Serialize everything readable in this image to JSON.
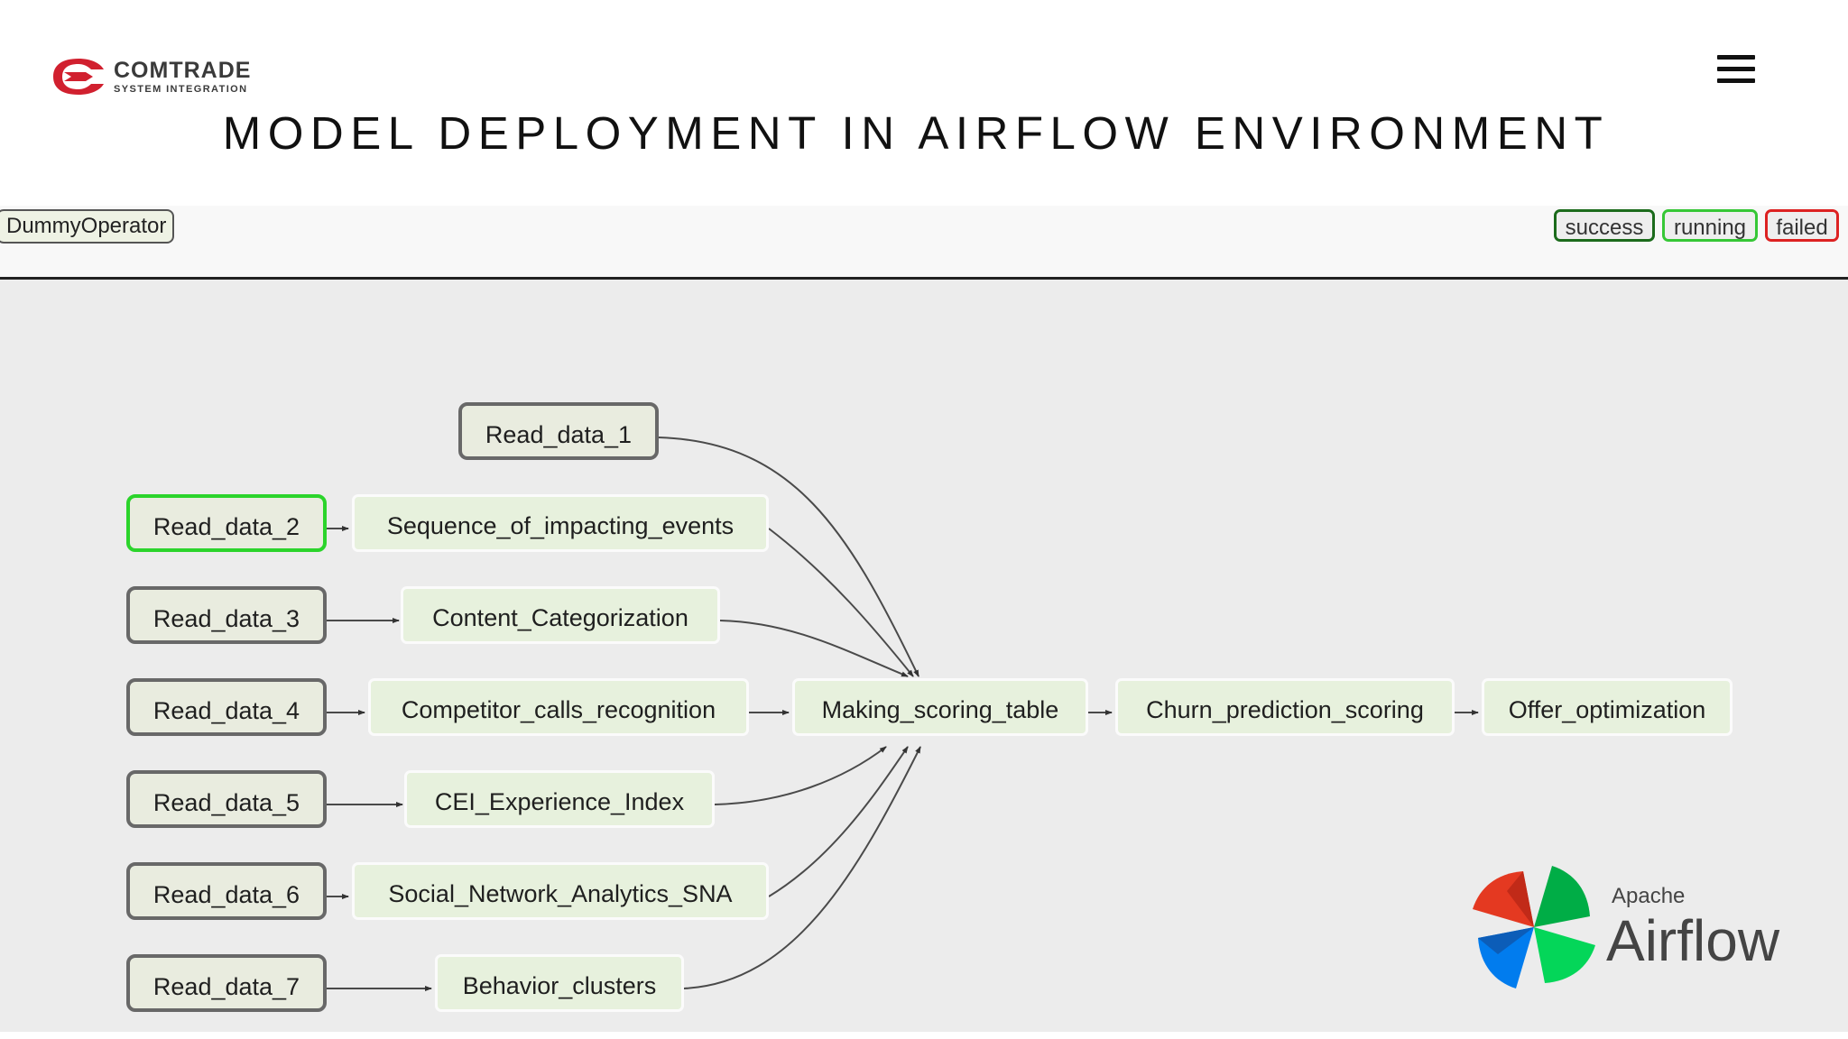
{
  "header": {
    "logo_name": "COMTRADE",
    "logo_sub": "SYSTEM INTEGRATION",
    "title": "MODEL DEPLOYMENT IN AIRFLOW ENVIRONMENT"
  },
  "toolbar": {
    "operator_label": "DummyOperator",
    "legend": [
      "success",
      "running",
      "failed"
    ]
  },
  "dag": {
    "read_nodes": [
      "Read_data_1",
      "Read_data_2",
      "Read_data_3",
      "Read_data_4",
      "Read_data_5",
      "Read_data_6",
      "Read_data_7"
    ],
    "active_node": "Read_data_2",
    "feature_nodes": [
      "Sequence_of_impacting_events",
      "Content_Categorization",
      "Competitor_calls_recognition",
      "CEI_Experience_Index",
      "Social_Network_Analytics_SNA",
      "Behavior_clusters"
    ],
    "pipeline_nodes": [
      "Making_scoring_table",
      "Churn_prediction_scoring",
      "Offer_optimization"
    ]
  },
  "branding": {
    "product_vendor": "Apache",
    "product_name": "Airflow"
  },
  "colors": {
    "success": "#1c6b1c",
    "running": "#36c736",
    "failed": "#dd2222",
    "logo_red": "#d1202f"
  }
}
